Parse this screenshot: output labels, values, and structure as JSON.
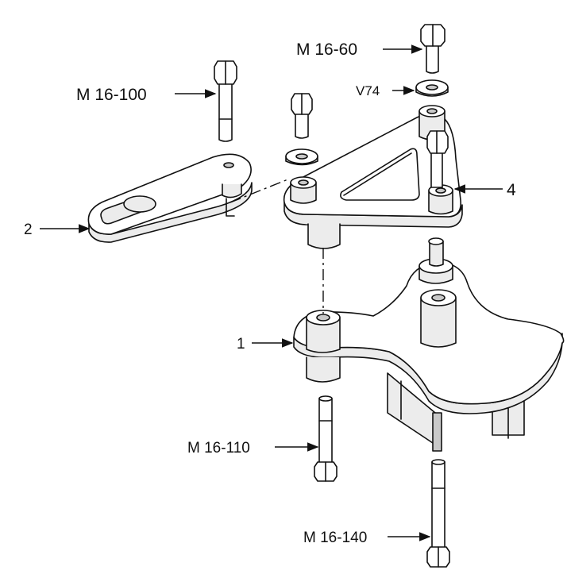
{
  "labels": {
    "bolt_m16_60": "M 16-60",
    "washer_v74": "V74",
    "bolt_m16_100": "M 16-100",
    "part_4": "4",
    "part_2": "2",
    "part_1": "1",
    "bolt_m16_110": "M 16-110",
    "bolt_m16_140": "M 16-140"
  }
}
